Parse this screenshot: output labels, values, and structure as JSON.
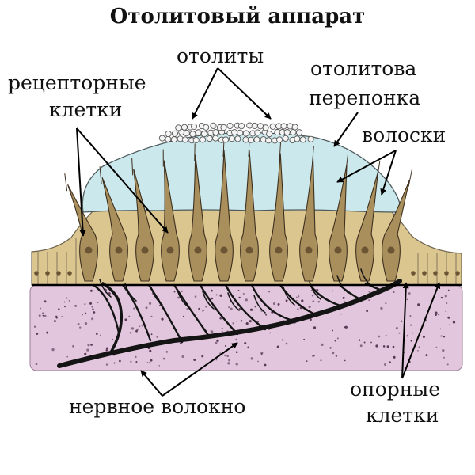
{
  "title": "Отолитовый аппарат",
  "labels": {
    "otoliths": "отолиты",
    "receptor_line1": "рецепторные",
    "receptor_line2": "клетки",
    "membrane_line1": "отолитова",
    "membrane_line2": "перепонка",
    "hairs": "волоски",
    "nerve_fiber": "нервное волокно",
    "support_line1": "опорные",
    "support_line2": "клетки"
  },
  "colors": {
    "membrane": "#cbe8ec",
    "epithelium": "#dcc690",
    "receptor_cell": "#a98f5c",
    "nucleus": "#6a5434",
    "connective": "#e2c6dd",
    "nerve": "#141414"
  }
}
